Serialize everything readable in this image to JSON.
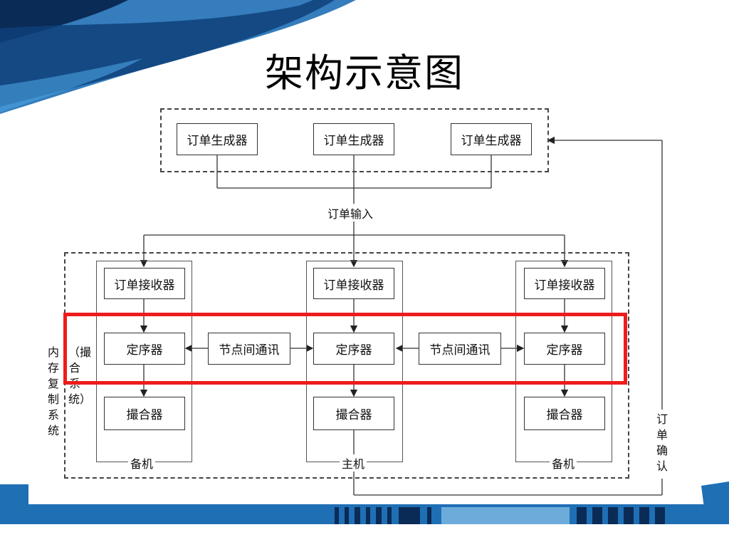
{
  "title": "架构示意图",
  "generators": [
    "订单生成器",
    "订单生成器",
    "订单生成器"
  ],
  "order_input": "订单输入",
  "nodes": [
    {
      "receiver": "订单接收器",
      "sequencer": "定序器",
      "matcher": "撮合器",
      "role": "备机"
    },
    {
      "receiver": "订单接收器",
      "sequencer": "定序器",
      "matcher": "撮合器",
      "role": "主机"
    },
    {
      "receiver": "订单接收器",
      "sequencer": "定序器",
      "matcher": "撮合器",
      "role": "备机"
    }
  ],
  "inter_node_comm": [
    "节点间通讯",
    "节点间通讯"
  ],
  "memory_replication": "内存复制系统",
  "matching_system": "（撮合系统）",
  "order_confirm": "订单确认",
  "colors": {
    "highlight": "#ee1c1c",
    "brand_blue": "#1f6fb5",
    "dark_blue": "#0b2b57"
  }
}
